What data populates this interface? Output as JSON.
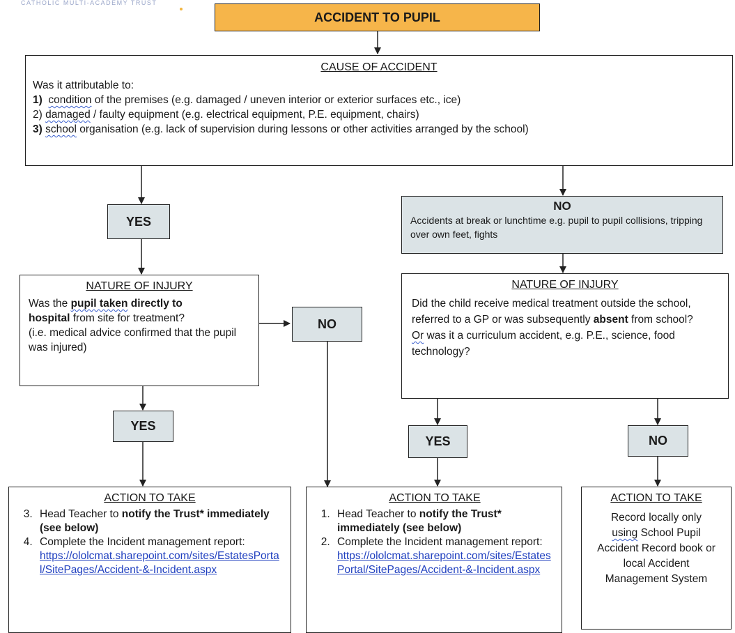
{
  "header": {
    "logo_text": "CATHOLIC MULTI-ACADEMY TRUST",
    "title": "ACCIDENT TO PUPIL"
  },
  "cause": {
    "heading": "CAUSE OF ACCIDENT",
    "intro": "Was it attributable to:",
    "items": [
      {
        "num": "1)",
        "key": "condition",
        "rest": " of the premises (e.g. damaged / uneven interior or exterior surfaces etc., ice)"
      },
      {
        "num": "2)",
        "key": "damaged",
        "rest": " / faulty equipment (e.g. electrical equipment, P.E. equipment, chairs)"
      },
      {
        "num": "3)",
        "key": "school",
        "rest": " organisation (e.g. lack of supervision during lessons or other activities arranged by the school)"
      }
    ]
  },
  "labels": {
    "yes": "YES",
    "no": "NO"
  },
  "no_break": {
    "text": "Accidents at break or lunchtime e.g. pupil to pupil collisions, tripping over own feet, fights"
  },
  "nature_left": {
    "heading": "NATURE OF INJURY",
    "p1": "Was the ",
    "p2": "pupil taken",
    "p3": " directly to",
    "p4": "hospital",
    "p5": " from site for treatment?",
    "p6": "(i.e. medical advice confirmed that the pupil was injured)"
  },
  "nature_right": {
    "heading": "NATURE OF INJURY",
    "p1": "Did the child receive medical treatment outside the school, referred to a GP or was subsequently ",
    "p2": "absent",
    "p3": " from school?",
    "p4": "Or",
    "p5": " was it a curriculum accident, e.g. P.E., science, food technology?"
  },
  "action_left": {
    "heading": "ACTION TO TAKE",
    "item1_pre": "Head Teacher to ",
    "item1_bold": "notify the Trust* immediately (see below)",
    "item2_text": "Complete the Incident management report:",
    "link": "https://ololcmat.sharepoint.com/sites/EstatesPortal/SitePages/Accident-&-Incident.aspx"
  },
  "action_mid": {
    "heading": "ACTION TO TAKE",
    "item1_pre": "Head Teacher to ",
    "item1_bold": "notify the Trust* immediately (see below)",
    "item2_text": "Complete the Incident management report:",
    "link": "https://ololcmat.sharepoint.com/sites/EstatesPortal/SitePages/Accident-&-Incident.aspx"
  },
  "action_right": {
    "heading": "ACTION TO TAKE",
    "line1": "Record locally only",
    "line2": "using",
    "line3": " School Pupil Accident Record book or local Accident Management System"
  },
  "colors": {
    "title_fill": "#f6b54a",
    "shaded_fill": "#dbe3e6",
    "link": "#1f3fbf"
  }
}
